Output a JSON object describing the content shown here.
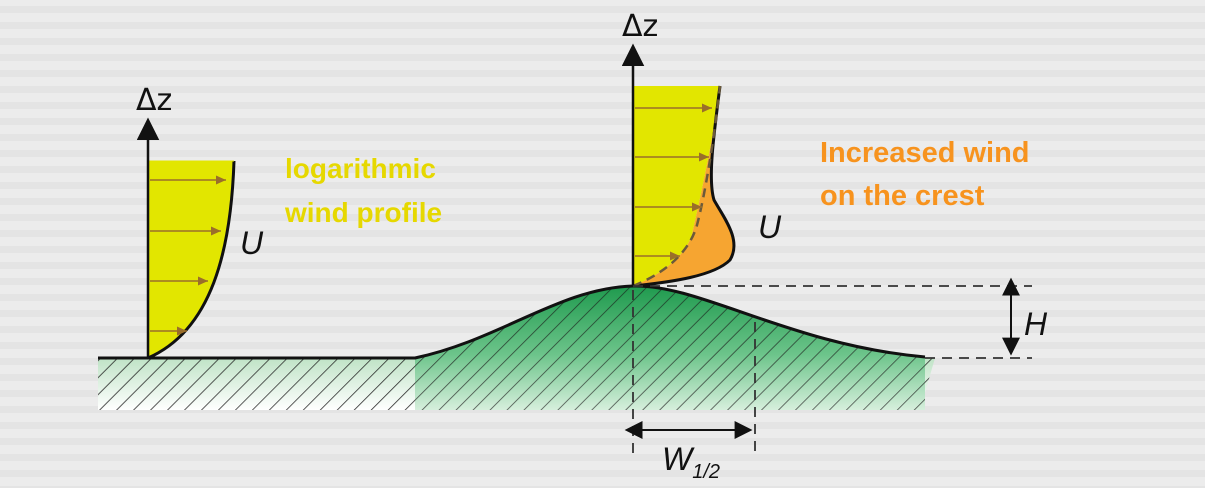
{
  "labels": {
    "dz_left": "Δz",
    "dz_right": "Δz",
    "u_left": "U",
    "u_right": "U",
    "h": "H",
    "w_main": "W",
    "w_sub": "1/2",
    "log_line1": "logarithmic",
    "log_line2": "wind profile",
    "inc_line1": "Increased wind",
    "inc_line2": "on the crest"
  },
  "colors": {
    "background": "#ececec",
    "profile_fill": "#e2e600",
    "profile_arrow": "#9a6e2a",
    "speedup_fill": "#f6a531",
    "log_text": "#e6d800",
    "crest_text": "#f7931e",
    "hill_green": "#2ea55a"
  }
}
